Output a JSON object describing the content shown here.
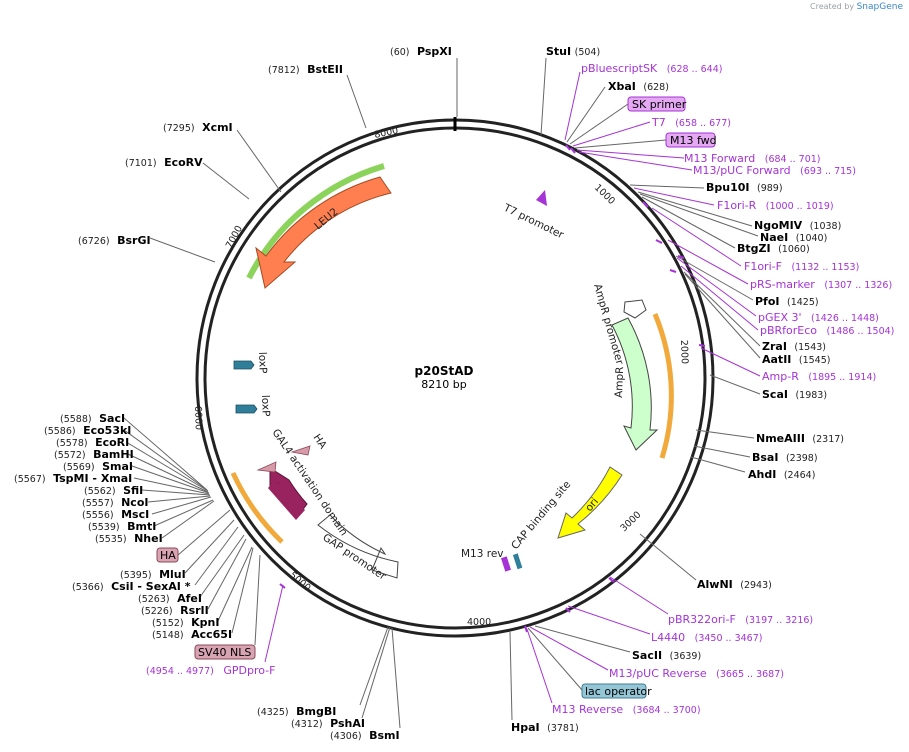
{
  "credit": {
    "prefix": "Created by",
    "brand": "SnapGene"
  },
  "plasmid": {
    "name": "p20StAD",
    "size": "8210 bp",
    "length_bp": 8210
  },
  "ticks": [
    "1000",
    "2000",
    "3000",
    "4000",
    "5000",
    "6000",
    "7000",
    "8000"
  ],
  "sites_right": [
    {
      "name": "StuI",
      "pos": "(504)"
    },
    {
      "name": "XbaI",
      "pos": "(628)"
    },
    {
      "name": "Bpu10I",
      "pos": "(989)"
    },
    {
      "name": "NgoMIV",
      "pos": "(1038)"
    },
    {
      "name": "NaeI",
      "pos": "(1040)"
    },
    {
      "name": "BtgZI",
      "pos": "(1060)"
    },
    {
      "name": "PfoI",
      "pos": "(1425)"
    },
    {
      "name": "ZraI",
      "pos": "(1543)"
    },
    {
      "name": "AatII",
      "pos": "(1545)"
    },
    {
      "name": "ScaI",
      "pos": "(1983)"
    },
    {
      "name": "NmeAIII",
      "pos": "(2317)"
    },
    {
      "name": "BsaI",
      "pos": "(2398)"
    },
    {
      "name": "AhdI",
      "pos": "(2464)"
    },
    {
      "name": "AlwNI",
      "pos": "(2943)"
    },
    {
      "name": "SacII",
      "pos": "(3639)"
    },
    {
      "name": "HpaI",
      "pos": "(3781)"
    }
  ],
  "sites_left": [
    {
      "name": "PspXI",
      "pos": "(60)"
    },
    {
      "name": "BstEII",
      "pos": "(7812)"
    },
    {
      "name": "XcmI",
      "pos": "(7295)"
    },
    {
      "name": "EcoRV",
      "pos": "(7101)"
    },
    {
      "name": "BsrGI",
      "pos": "(6726)"
    },
    {
      "name": "SacI",
      "pos": "(5588)"
    },
    {
      "name": "Eco53kI",
      "pos": "(5586)"
    },
    {
      "name": "EcoRI",
      "pos": "(5578)"
    },
    {
      "name": "BamHI",
      "pos": "(5572)"
    },
    {
      "name": "SmaI",
      "pos": "(5569)"
    },
    {
      "name": "TspMI  - XmaI",
      "pos": "(5567)"
    },
    {
      "name": "SfiI",
      "pos": "(5562)"
    },
    {
      "name": "NcoI",
      "pos": "(5557)"
    },
    {
      "name": "MscI",
      "pos": "(5556)"
    },
    {
      "name": "BmtI",
      "pos": "(5539)"
    },
    {
      "name": "NheI",
      "pos": "(5535)"
    },
    {
      "name": "MluI",
      "pos": "(5395)"
    },
    {
      "name": "CsiI  - SexAI *",
      "pos": "(5366)"
    },
    {
      "name": "AfeI",
      "pos": "(5263)"
    },
    {
      "name": "RsrII",
      "pos": "(5226)"
    },
    {
      "name": "KpnI",
      "pos": "(5152)"
    },
    {
      "name": "Acc65I",
      "pos": "(5148)"
    },
    {
      "name": "BmgBI",
      "pos": "(4325)"
    },
    {
      "name": "PshAI",
      "pos": "(4312)"
    },
    {
      "name": "BsmI",
      "pos": "(4306)"
    }
  ],
  "primers": [
    {
      "name": "pBluescriptSK",
      "range": "(628 .. 644)"
    },
    {
      "name": "T7",
      "range": "(658 .. 677)"
    },
    {
      "name": "M13 Forward",
      "range": "(684 .. 701)"
    },
    {
      "name": "M13/pUC Forward",
      "range": "(693 .. 715)"
    },
    {
      "name": "F1ori-R",
      "range": "(1000 .. 1019)"
    },
    {
      "name": "F1ori-F",
      "range": "(1132 .. 1153)"
    },
    {
      "name": "pRS-marker",
      "range": "(1307 .. 1326)"
    },
    {
      "name": "pGEX 3'",
      "range": "(1426 .. 1448)"
    },
    {
      "name": "pBRforEco",
      "range": "(1486 .. 1504)"
    },
    {
      "name": "Amp-R",
      "range": "(1895 .. 1914)"
    },
    {
      "name": "pBR322ori-F",
      "range": "(3197 .. 3216)"
    },
    {
      "name": "L4440",
      "range": "(3450 .. 3467)"
    },
    {
      "name": "M13/pUC Reverse",
      "range": "(3665 .. 3687)"
    },
    {
      "name": "M13 Reverse",
      "range": "(3684 .. 3700)"
    },
    {
      "name": "GPDpro-F",
      "range": "(4954 .. 4977)"
    }
  ],
  "boxes": [
    "SK primer",
    "M13 fwd",
    "lac operator",
    "HA",
    "SV40 NLS"
  ],
  "features": {
    "leu2": "LEU2",
    "t7_promoter": "T7 promoter",
    "ampr_promoter": "AmpR promoter",
    "ampr": "AmpR",
    "ori": "ori",
    "cap": "CAP binding site",
    "m13rev": "M13 rev",
    "gap": "GAP promoter",
    "gal4": "GAL4 activation domain",
    "ha": "HA",
    "loxp1": "loxP",
    "loxp2": "loxP"
  },
  "colors": {
    "leu2": "#ff7f50",
    "ampr": "#ccffcc",
    "ori": "#ffff00",
    "gal4": "#99235e",
    "loxp": "#2f7f9a",
    "ha": "#d79aa8",
    "primer": "#a633d6",
    "highlight_green": "#8cd35c",
    "highlight_orange": "#f2a93b",
    "lac_box": "#94c6d6",
    "primer_box": "#e4a9f2",
    "pink_box": "#d8a3b3"
  }
}
